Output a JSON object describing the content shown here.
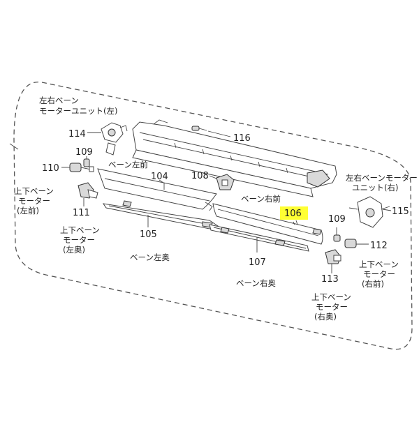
{
  "parts": [
    {
      "id": "p114",
      "number": "114",
      "name_lines": [
        "左右ベーン",
        "モーターユニット(左)"
      ]
    },
    {
      "id": "p116",
      "number": "116",
      "name_lines": []
    },
    {
      "id": "p109a",
      "number": "109",
      "name_lines": []
    },
    {
      "id": "p110",
      "number": "110",
      "name_lines": [
        "上下ベーン",
        "モーター",
        "(左前)"
      ]
    },
    {
      "id": "p104",
      "number": "104",
      "name_lines": [
        "ベーン左前"
      ]
    },
    {
      "id": "p108",
      "number": "108",
      "name_lines": []
    },
    {
      "id": "p111",
      "number": "111",
      "name_lines": [
        "上下ベーン",
        "モーター",
        "(左奥)"
      ]
    },
    {
      "id": "p105",
      "number": "105",
      "name_lines": [
        "ベーン左奥"
      ]
    },
    {
      "id": "p106",
      "number": "106",
      "name_lines": [
        "ベーン右前"
      ],
      "highlighted": true
    },
    {
      "id": "p107",
      "number": "107",
      "name_lines": [
        "ベーン右奥"
      ]
    },
    {
      "id": "p109b",
      "number": "109",
      "name_lines": []
    },
    {
      "id": "p112",
      "number": "112",
      "name_lines": [
        "上下ベーン",
        "モーター",
        "(右前)"
      ]
    },
    {
      "id": "p113",
      "number": "113",
      "name_lines": [
        "上下ベーン",
        "モーター",
        "(右奥)"
      ]
    },
    {
      "id": "p115",
      "number": "115",
      "name_lines": [
        "左右ベーンモーター",
        "ユニット(右)"
      ]
    }
  ],
  "colors": {
    "highlight": "#ffff33",
    "line": "#444444"
  }
}
